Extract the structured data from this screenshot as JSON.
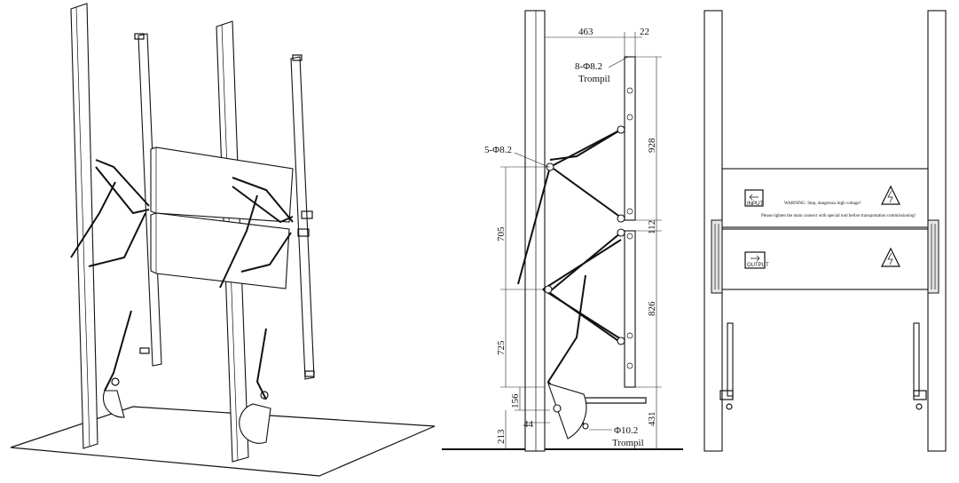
{
  "side_view": {
    "dimensions": {
      "top_width": "463",
      "top_offset": "22",
      "upper_module": "928",
      "gap": "112",
      "lower_module": "826",
      "bottom_height": "431",
      "arm_span_upper": "705",
      "arm_span_lower": "725",
      "pivot_offset": "156",
      "floor_height": "213",
      "pivot_width": "44"
    },
    "callouts": {
      "holes_top": "8-Φ8.2",
      "holes_top_sub": "Trompil",
      "holes_side": "5-Φ8.2",
      "holes_bottom": "Φ10.2",
      "holes_bottom_sub": "Trompil"
    }
  },
  "front_view": {
    "warning_text": "WARNING: Stop, dangerous high voltage!",
    "notice_text": "Please tighten the main connect with special tool before transportation commissioning!",
    "input_label": "INPUT",
    "output_label": "OUTPUT"
  },
  "colors": {
    "line": "#111111",
    "background": "#ffffff"
  }
}
